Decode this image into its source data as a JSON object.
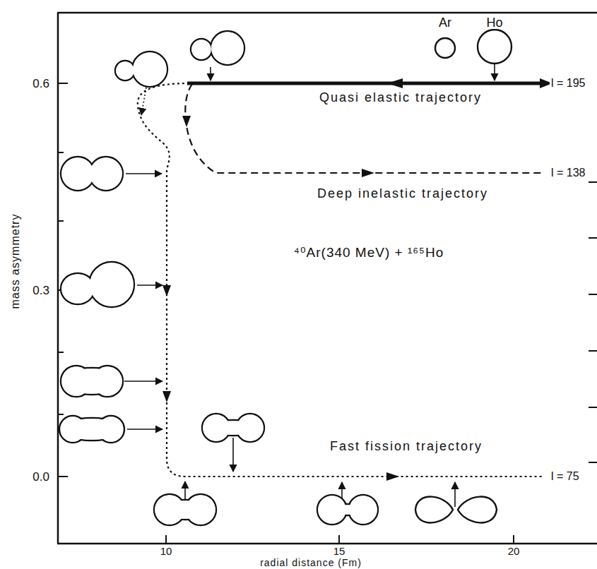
{
  "diagram": {
    "labels": [
      "Ar",
      "Ho",
      "0.6",
      "l = 195",
      "Quasi elastic trajectory",
      "l = 138",
      "Deep inelastic trajectory",
      "⁴⁰Ar(340 MeV) + ¹⁶⁵Ho",
      "mass asymmetry",
      "0.3",
      "Fast fission trajectory",
      "0.0",
      "l = 75",
      "10",
      "15",
      "20",
      "radial distance (Fm)"
    ]
  }
}
